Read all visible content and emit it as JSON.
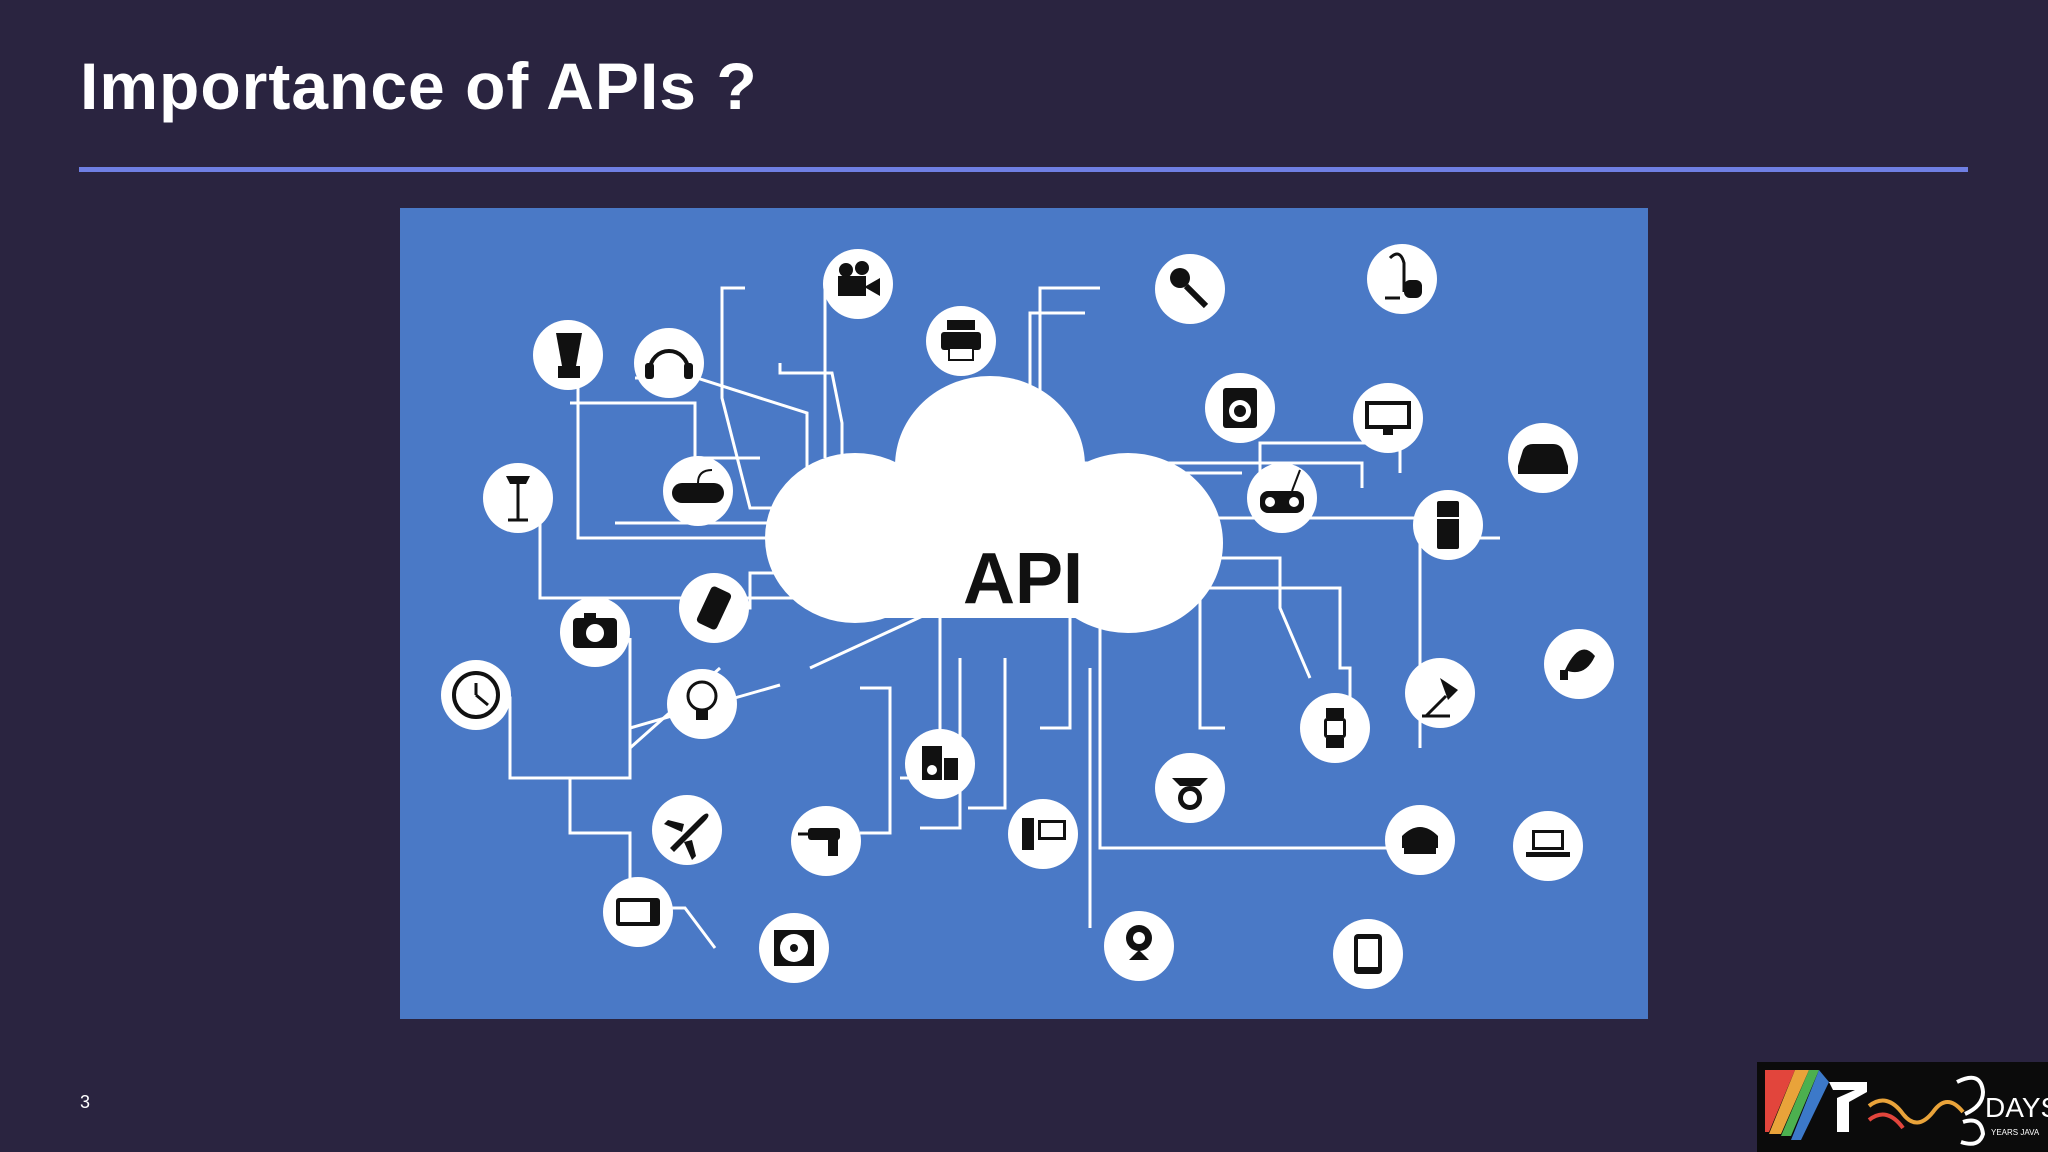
{
  "slide": {
    "title": "Importance of APIs ?",
    "number": "3"
  },
  "diagram": {
    "center_label": "API",
    "background": "#4a79c6",
    "devices": [
      "video-camera-icon",
      "microphone-icon",
      "vacuum-cleaner-icon",
      "blender-icon",
      "headset-icon",
      "printer-icon",
      "washing-machine-icon",
      "monitor-icon",
      "car-icon",
      "floor-lamp-icon",
      "gamepad-icon",
      "radio-icon",
      "refrigerator-icon",
      "camera-icon",
      "mobile-phone-icon",
      "light-bulb-icon",
      "clock-icon",
      "smart-bulb-icon",
      "smartwatch-icon",
      "desk-lamp-icon",
      "speakers-icon",
      "drill-icon",
      "desktop-computer-icon",
      "scale-icon",
      "telephone-icon",
      "laptop-icon",
      "airplane-icon",
      "television-icon",
      "fan-icon",
      "webcam-icon",
      "tablet-icon"
    ]
  },
  "logo": {
    "text": "DAYS",
    "subtext": "YEARS JAVA"
  },
  "colors": {
    "background": "#2a2440",
    "accent_rule": "#6f7fe3"
  }
}
